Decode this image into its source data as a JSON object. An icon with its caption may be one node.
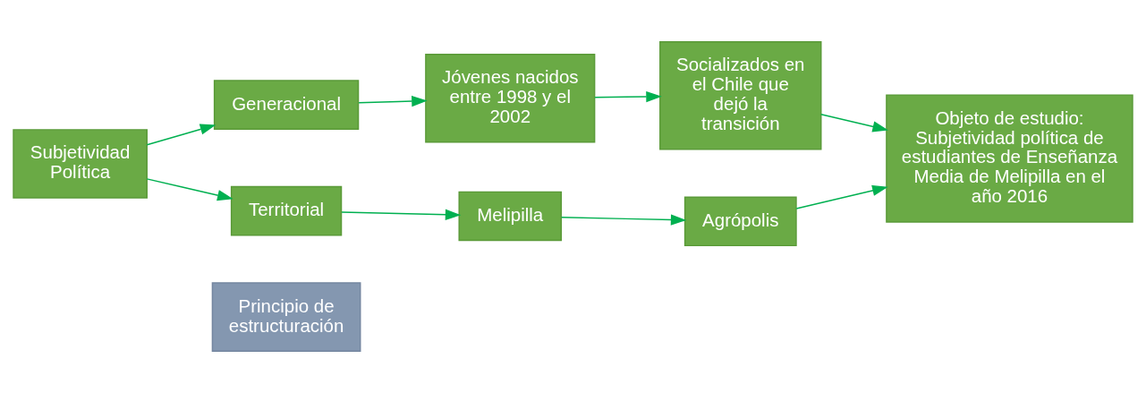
{
  "diagram": {
    "nodes": [
      {
        "text": [
          "Principio de estructuración"
        ]
      },
      {
        "text": [
          "Subjetividad Política"
        ]
      },
      {
        "text": [
          "Generacional"
        ]
      },
      {
        "text": [
          "Jóvenes nacidos entre 1998 y el 2002"
        ]
      },
      {
        "text": [
          "Socializados en el Chile que dejó la transición"
        ]
      },
      {
        "text": [
          "Territorial"
        ]
      },
      {
        "text": [
          "Melipilla"
        ]
      },
      {
        "text": [
          "Agrópolis"
        ]
      },
      {
        "text": [
          "Objeto de estudio: Subjetividad política de estudiantes de Enseñanza Media de Melipilla en el año 2016"
        ]
      }
    ],
    "edges": [
      {
        "from": 1,
        "to": 2,
        "arrow": "to"
      },
      {
        "from": 1,
        "to": 5,
        "arrow": "to"
      },
      {
        "from": 2,
        "to": 3,
        "arrow": "to"
      },
      {
        "from": 3,
        "to": 4,
        "arrow": "to"
      },
      {
        "from": 4,
        "to": 8,
        "arrow": "to"
      },
      {
        "from": 5,
        "to": 6,
        "arrow": "to"
      },
      {
        "from": 6,
        "to": 7,
        "arrow": "to"
      },
      {
        "from": 7,
        "to": 8,
        "arrow": "to"
      }
    ]
  }
}
